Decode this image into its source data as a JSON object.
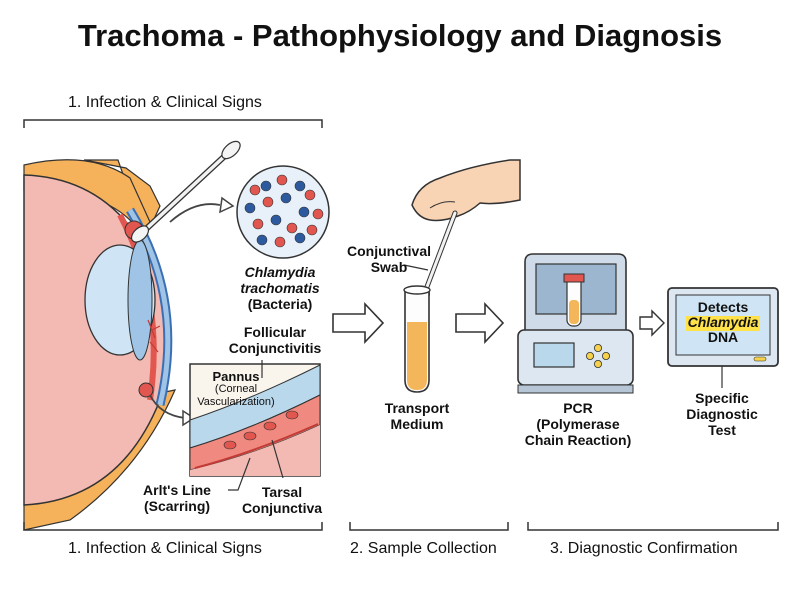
{
  "title": "Trachoma - Pathophysiology and Diagnosis",
  "sections": {
    "top": "1. Infection & Clinical Signs",
    "bottom1": "1. Infection & Clinical Signs",
    "bottom2": "2. Sample Collection",
    "bottom3": "3. Diagnostic Confirmation"
  },
  "labels": {
    "bacteria_name1": "Chlamydia",
    "bacteria_name2": "trachomatis",
    "bacteria_type": "(Bacteria)",
    "follicular1": "Follicular",
    "follicular2": "Conjunctivitis",
    "pannus": "Pannus",
    "pannus_detail1": "(Corneal",
    "pannus_detail2": "Vascularization)",
    "arlt1": "Arlt's Line",
    "arlt2": "(Scarring)",
    "tarsal1": "Tarsal",
    "tarsal2": "Conjunctiva",
    "swab1": "Conjunctival",
    "swab2": "Swab",
    "transport1": "Transport",
    "transport2": "Medium",
    "pcr1": "PCR",
    "pcr2": "(Polymerase",
    "pcr3": "Chain Reaction)",
    "monitor1": "Detects",
    "monitor2": "Chlamydia",
    "monitor3": "DNA",
    "specific1": "Specific",
    "specific2": "Diagnostic",
    "specific3": "Test"
  },
  "colors": {
    "eye_pink": "#f3b9b3",
    "iris_blue": "#b9d8ec",
    "sclera_line": "#3b6fb5",
    "lid_orange": "#f6b25b",
    "tissue_red": "#e1564f",
    "tube_liquid": "#f4b65a",
    "highlight": "#ffe14a",
    "screen_blue": "#cfe5f5"
  }
}
